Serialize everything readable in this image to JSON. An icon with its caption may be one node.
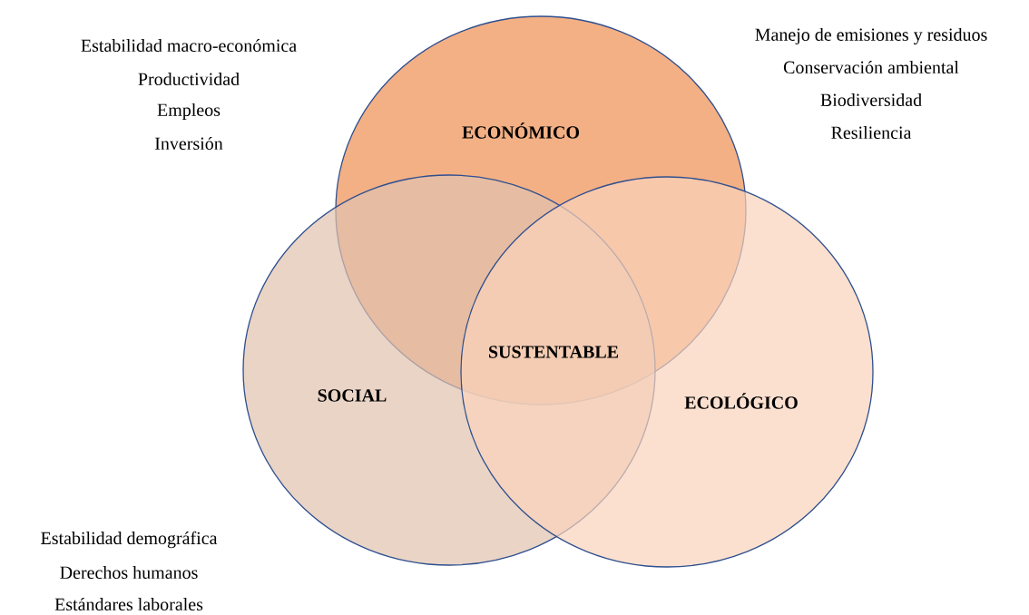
{
  "diagram": {
    "nodes": [
      {
        "text": [
          "ECONÓMICO"
        ],
        "beside": [
          "Estabilidad macro-económica",
          "Productividad",
          "Empleos",
          "Inversión"
        ]
      },
      {
        "text": [
          "SOCIAL"
        ],
        "beside": [
          "Estabilidad demográfica",
          "Derechos humanos",
          "Estándares laborales"
        ]
      },
      {
        "text": [
          "ECOLÓGICO"
        ],
        "beside": [
          "Manejo de emisiones y residuos",
          "Conservación ambiental",
          "Biodiversidad",
          "Resiliencia"
        ]
      },
      {
        "text": [
          "SUSTENTABLE"
        ]
      }
    ]
  }
}
